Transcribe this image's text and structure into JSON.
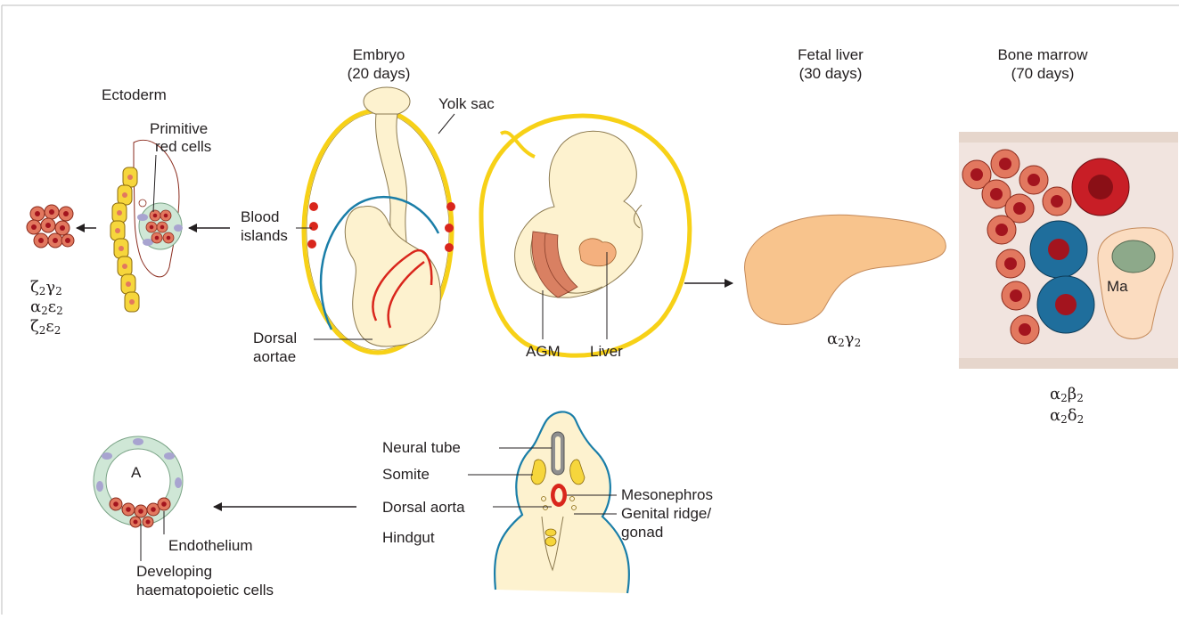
{
  "labels": {
    "embryo_title": "Embryo",
    "embryo_age": "(20 days)",
    "fetal_liver_title": "Fetal liver",
    "fetal_liver_age": "(30 days)",
    "bone_marrow_title": "Bone marrow",
    "bone_marrow_age": "(70 days)",
    "ectoderm": "Ectoderm",
    "primitive_line1": "Primitive",
    "primitive_line2": "red cells",
    "blood_line1": "Blood",
    "blood_line2": "islands",
    "yolk_sac": "Yolk sac",
    "dorsal_line1": "Dorsal",
    "dorsal_line2": "aortae",
    "agm": "AGM",
    "liver": "Liver",
    "ma": "Ma",
    "neural_tube": "Neural tube",
    "somite": "Somite",
    "dorsal_aorta": "Dorsal aorta",
    "hindgut": "Hindgut",
    "mesonephros": "Mesonephros",
    "genital_line1": "Genital ridge/",
    "genital_line2": "gonad",
    "a_lumen": "A",
    "endothelium": "Endothelium",
    "developing_line1": "Developing",
    "developing_line2": "haematopoietic cells"
  },
  "globins": {
    "embryonic": [
      {
        "a": "ζ",
        "a_sub": "2",
        "b": "γ",
        "b_sub": "2"
      },
      {
        "a": "α",
        "a_sub": "2",
        "b": "ε",
        "b_sub": "2"
      },
      {
        "a": "ζ",
        "a_sub": "2",
        "b": "ε",
        "b_sub": "2"
      }
    ],
    "fetal": [
      {
        "a": "α",
        "a_sub": "2",
        "b": "γ",
        "b_sub": "2"
      }
    ],
    "adult": [
      {
        "a": "α",
        "a_sub": "2",
        "b": "β",
        "b_sub": "2"
      },
      {
        "a": "α",
        "a_sub": "2",
        "b": "δ",
        "b_sub": "2"
      }
    ]
  },
  "colors": {
    "frame": "#c9c9c9",
    "yolk": "#f7d117",
    "embryo": "#fdf2cf",
    "vessel_blue": "#1a7ea8",
    "aorta_red": "#d9261c",
    "fetal_liver": "#f8c48d",
    "marrow_bg": "#f1e4df",
    "marrow_band": "#e6d6cc",
    "red_cell": "#e2785f",
    "red_core": "#a3141e",
    "blast_blue": "#1f6e9c",
    "big_red": "#c81e26",
    "macrophage": "#fbdcc0",
    "nucleus_green": "#8da98a",
    "endothelial_green": "#cfe7d6",
    "endo_nucleus": "#a8a4d0",
    "ectoderm_yellow": "#f6d63c",
    "agm_brown": "#d98062",
    "liver_small": "#f4b07e",
    "line": "#231f20"
  }
}
